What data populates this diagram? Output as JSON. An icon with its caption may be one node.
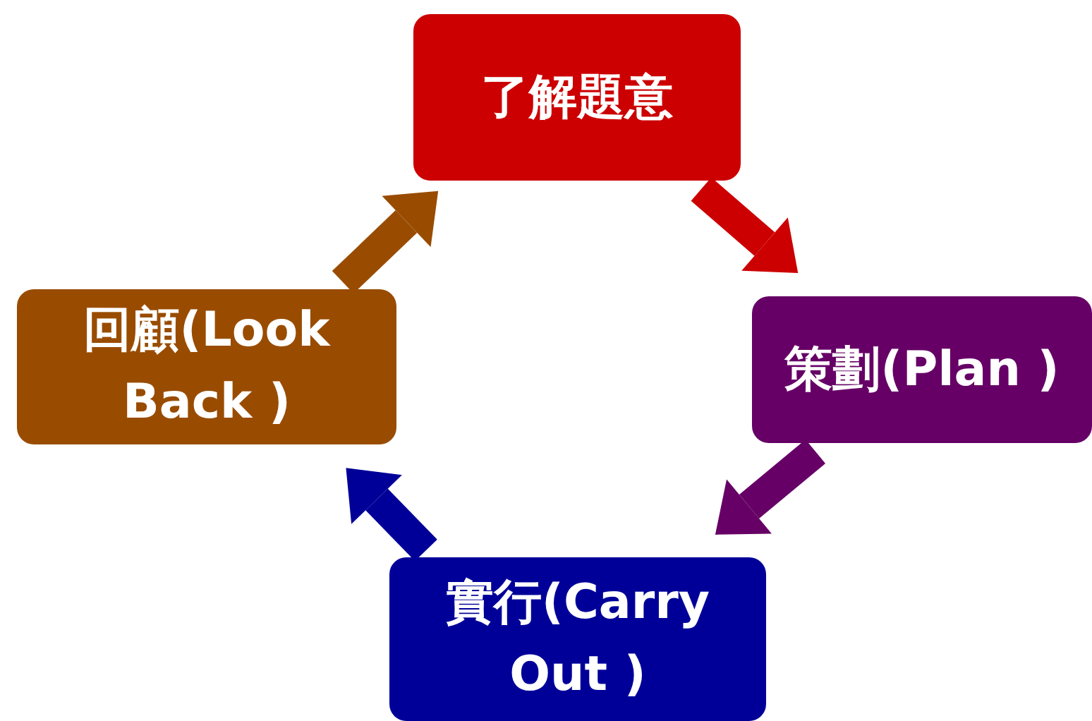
{
  "diagram": {
    "nodes": [
      {
        "text": [
          "了解題意"
        ]
      },
      {
        "text": [
          "策劃(Plan )"
        ]
      },
      {
        "text": [
          "實行(Carry Out )"
        ]
      },
      {
        "text": [
          "回顧(Look Back )"
        ]
      }
    ],
    "edges": [
      {
        "from": 0,
        "to": 1,
        "arrow": "to",
        "color": "#cc0000"
      },
      {
        "from": 1,
        "to": 2,
        "arrow": "to",
        "color": "#660066"
      },
      {
        "from": 2,
        "to": 3,
        "arrow": "to",
        "color": "#000099"
      },
      {
        "from": 3,
        "to": 0,
        "arrow": "to",
        "color": "#994c00"
      }
    ]
  }
}
